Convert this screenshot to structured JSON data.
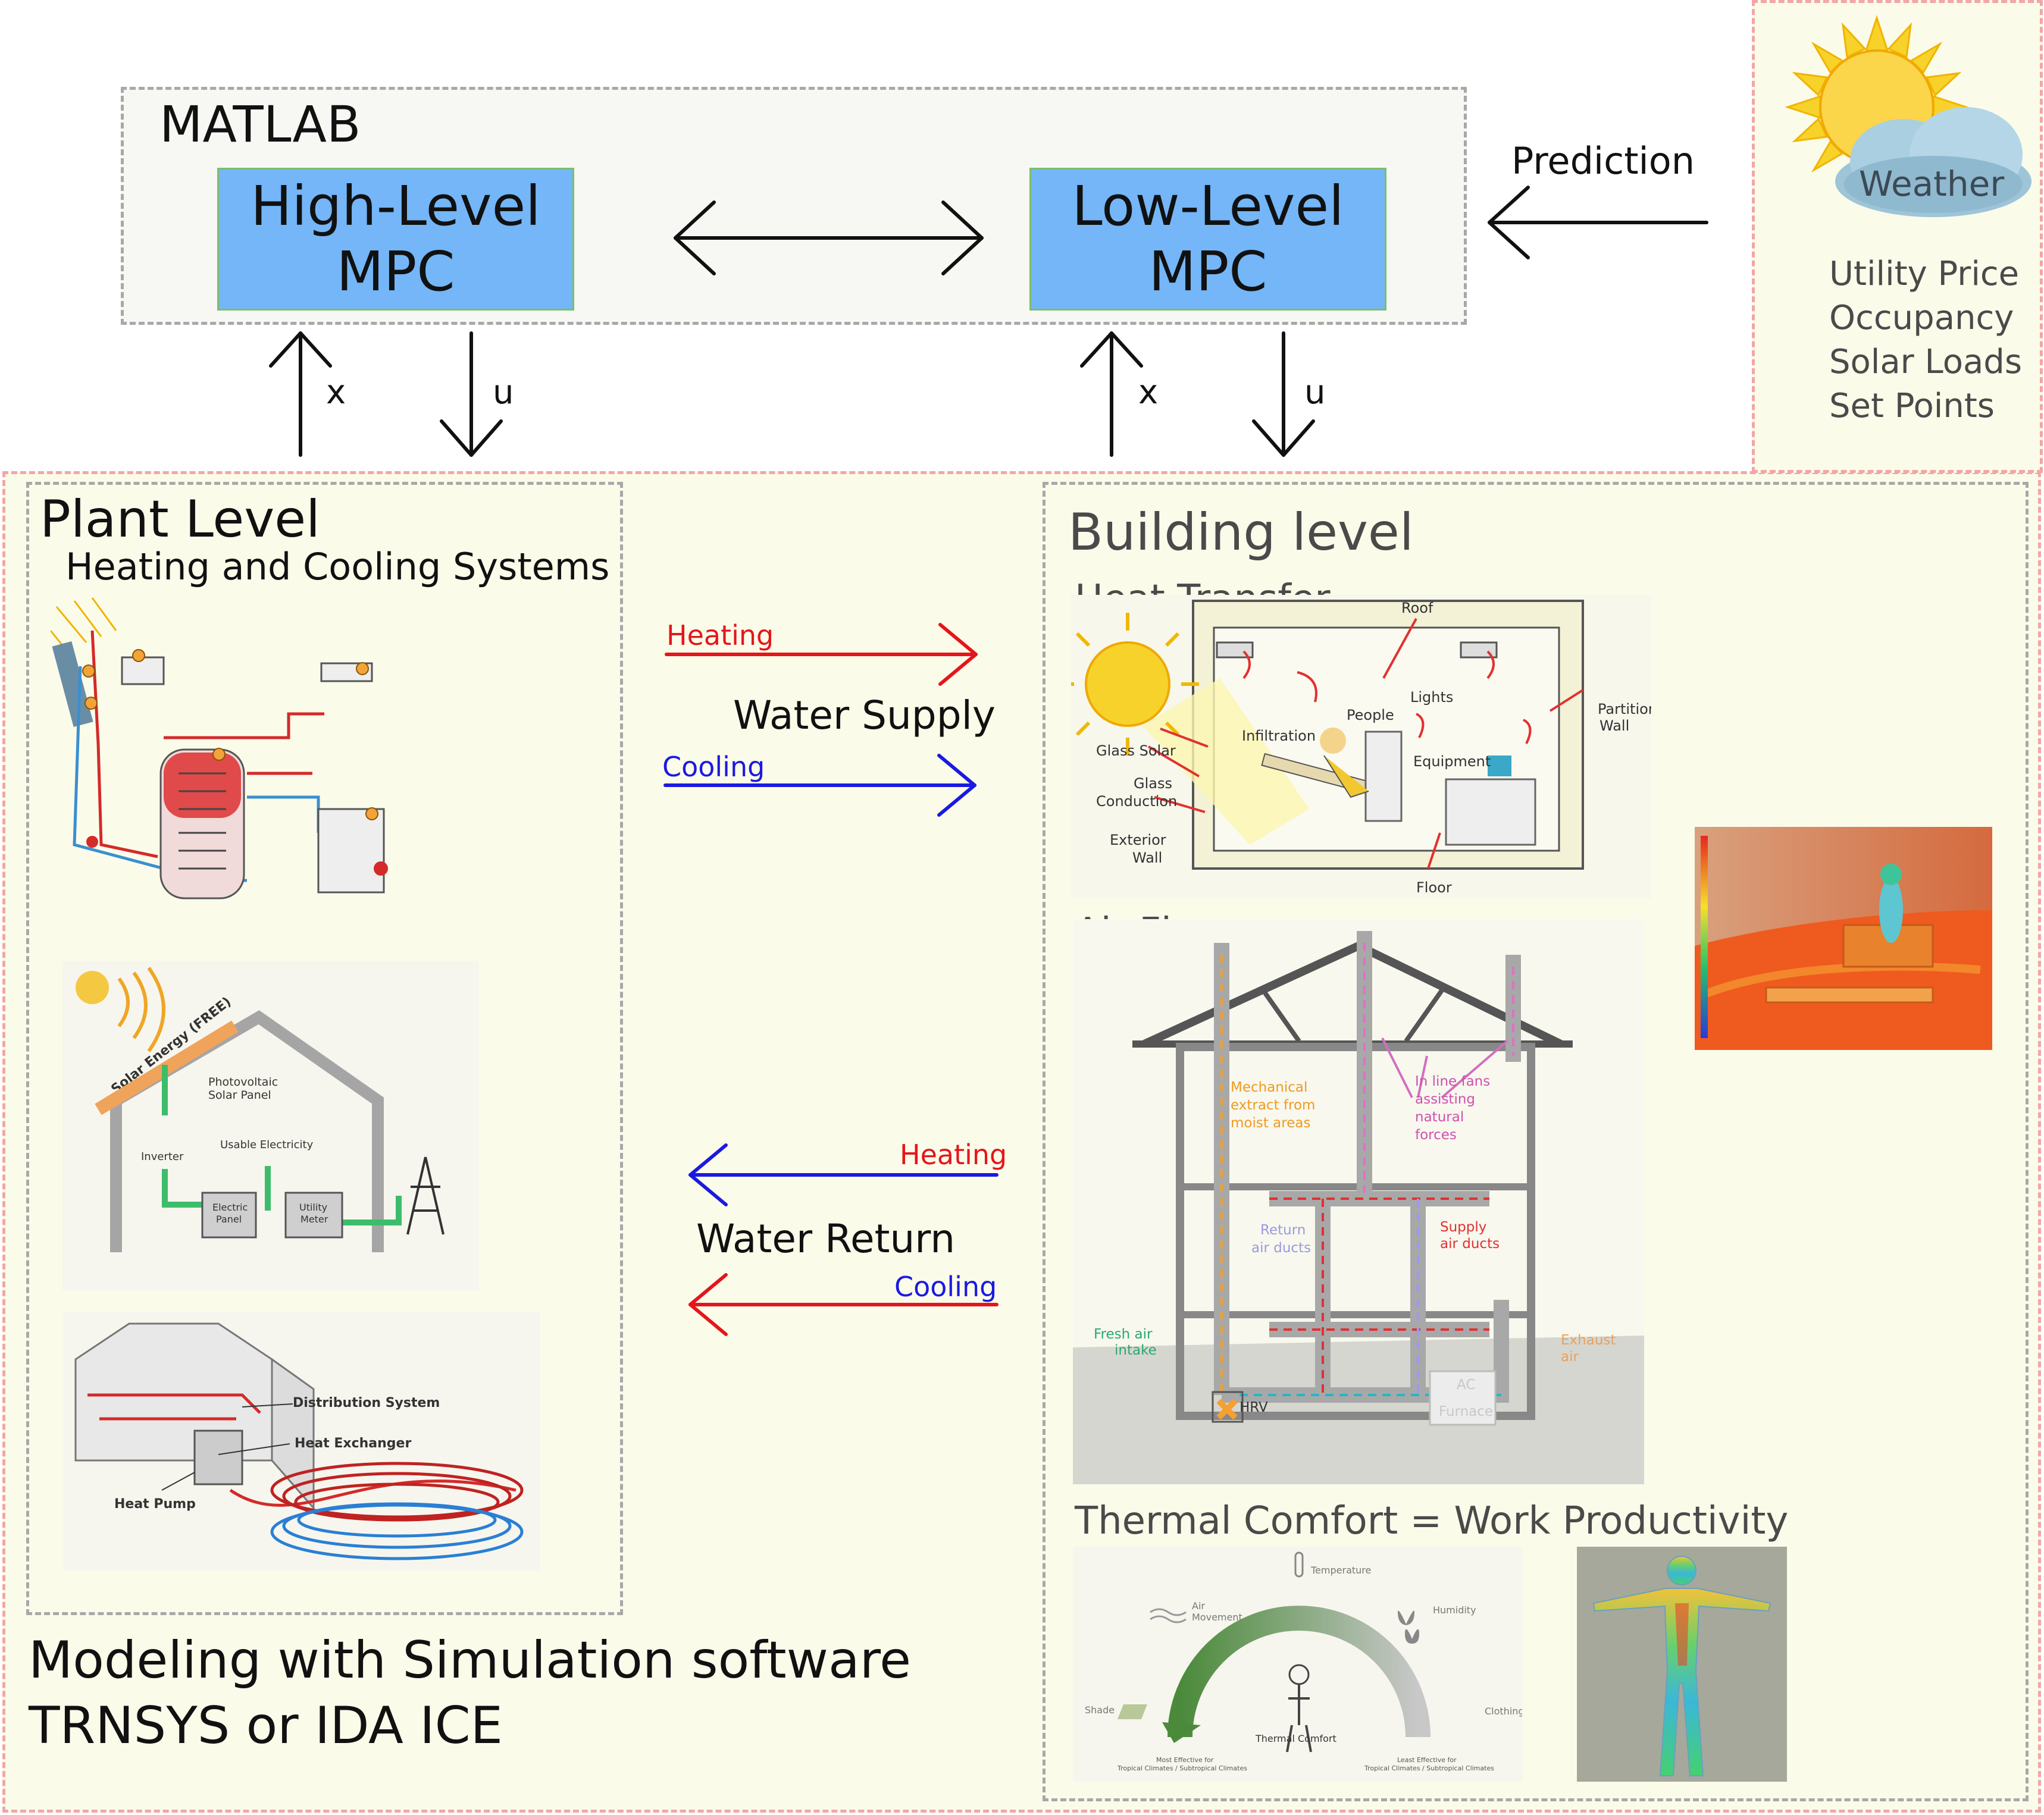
{
  "matlab": {
    "title": "MATLAB",
    "high_mpc": [
      "High-Level",
      "MPC"
    ],
    "low_mpc": [
      "Low-Level",
      "MPC"
    ]
  },
  "signals": {
    "x": "x",
    "u": "u",
    "prediction": "Prediction"
  },
  "weather": {
    "cloud_label": "Weather",
    "items": [
      "Utility Price",
      "Occupancy",
      "Solar Loads",
      "Set Points"
    ]
  },
  "plant": {
    "title": "Plant Level",
    "subtitle": "Heating and Cooling Systems",
    "pv_labels": {
      "solar": "Solar Energy (FREE)",
      "pv_panel": [
        "Photovoltaic",
        "Solar Panel"
      ],
      "inverter": "Inverter",
      "usable": "Usable Electricity",
      "electric_panel": [
        "Electric",
        "Panel"
      ],
      "utility_meter": [
        "Utility",
        "Meter"
      ]
    },
    "geo_labels": {
      "distribution": "Distribution System",
      "heat_exchanger": "Heat Exchanger",
      "heat_pump": "Heat Pump"
    }
  },
  "water": {
    "heating": "Heating",
    "cooling": "Cooling",
    "supply": "Water Supply",
    "return": "Water Return"
  },
  "building": {
    "title": "Building level",
    "heat_transfer": {
      "title": "Heat Transfer",
      "labels": {
        "roof": "Roof",
        "lights": "Lights",
        "people": "People",
        "infiltration": "Infiltration",
        "partition": [
          "Partition",
          "Wall"
        ],
        "glass_solar": "Glass Solar",
        "glass_conduction": [
          "Glass",
          "Conduction"
        ],
        "equipment": "Equipment",
        "exterior_wall": [
          "Exterior",
          "Wall"
        ],
        "floor": "Floor"
      }
    },
    "air_flows": {
      "title": "Air Flows",
      "labels": {
        "mech": [
          "Mechanical",
          "extract from",
          "moist areas"
        ],
        "inline": [
          "In line fans",
          "assisting",
          "natural",
          "forces"
        ],
        "return": [
          "Return",
          "air ducts"
        ],
        "supply": [
          "Supply",
          "air ducts"
        ],
        "fresh": [
          "Fresh air",
          "intake"
        ],
        "exhaust": [
          "Exhaust",
          "air"
        ],
        "hrv": "HRV",
        "ac": "AC",
        "furnace": "Furnace"
      }
    },
    "thermal": {
      "title": "Thermal Comfort = Work Productivity",
      "labels": {
        "temperature": "Temperature",
        "air_movement": [
          "Air",
          "Movement"
        ],
        "humidity": "Humidity",
        "shade": "Shade",
        "clothing": "Clothing",
        "comfort": "Thermal Comfort",
        "most": [
          "Most Effective for",
          "Tropical Climates / Subtropical Climates"
        ],
        "least": [
          "Least Effective for",
          "Tropical Climates / Subtropical Climates"
        ]
      }
    }
  },
  "footer": [
    "Modeling with Simulation software",
    "TRNSYS or IDA ICE"
  ],
  "colors": {
    "mpc_fill": "#74b6f7",
    "heating": "#e4161b",
    "cooling": "#1a1ae0",
    "panel_bg": "#fbfbea",
    "pink_dash": "#f2a6a6",
    "gray_dash": "#a8a8a8"
  }
}
